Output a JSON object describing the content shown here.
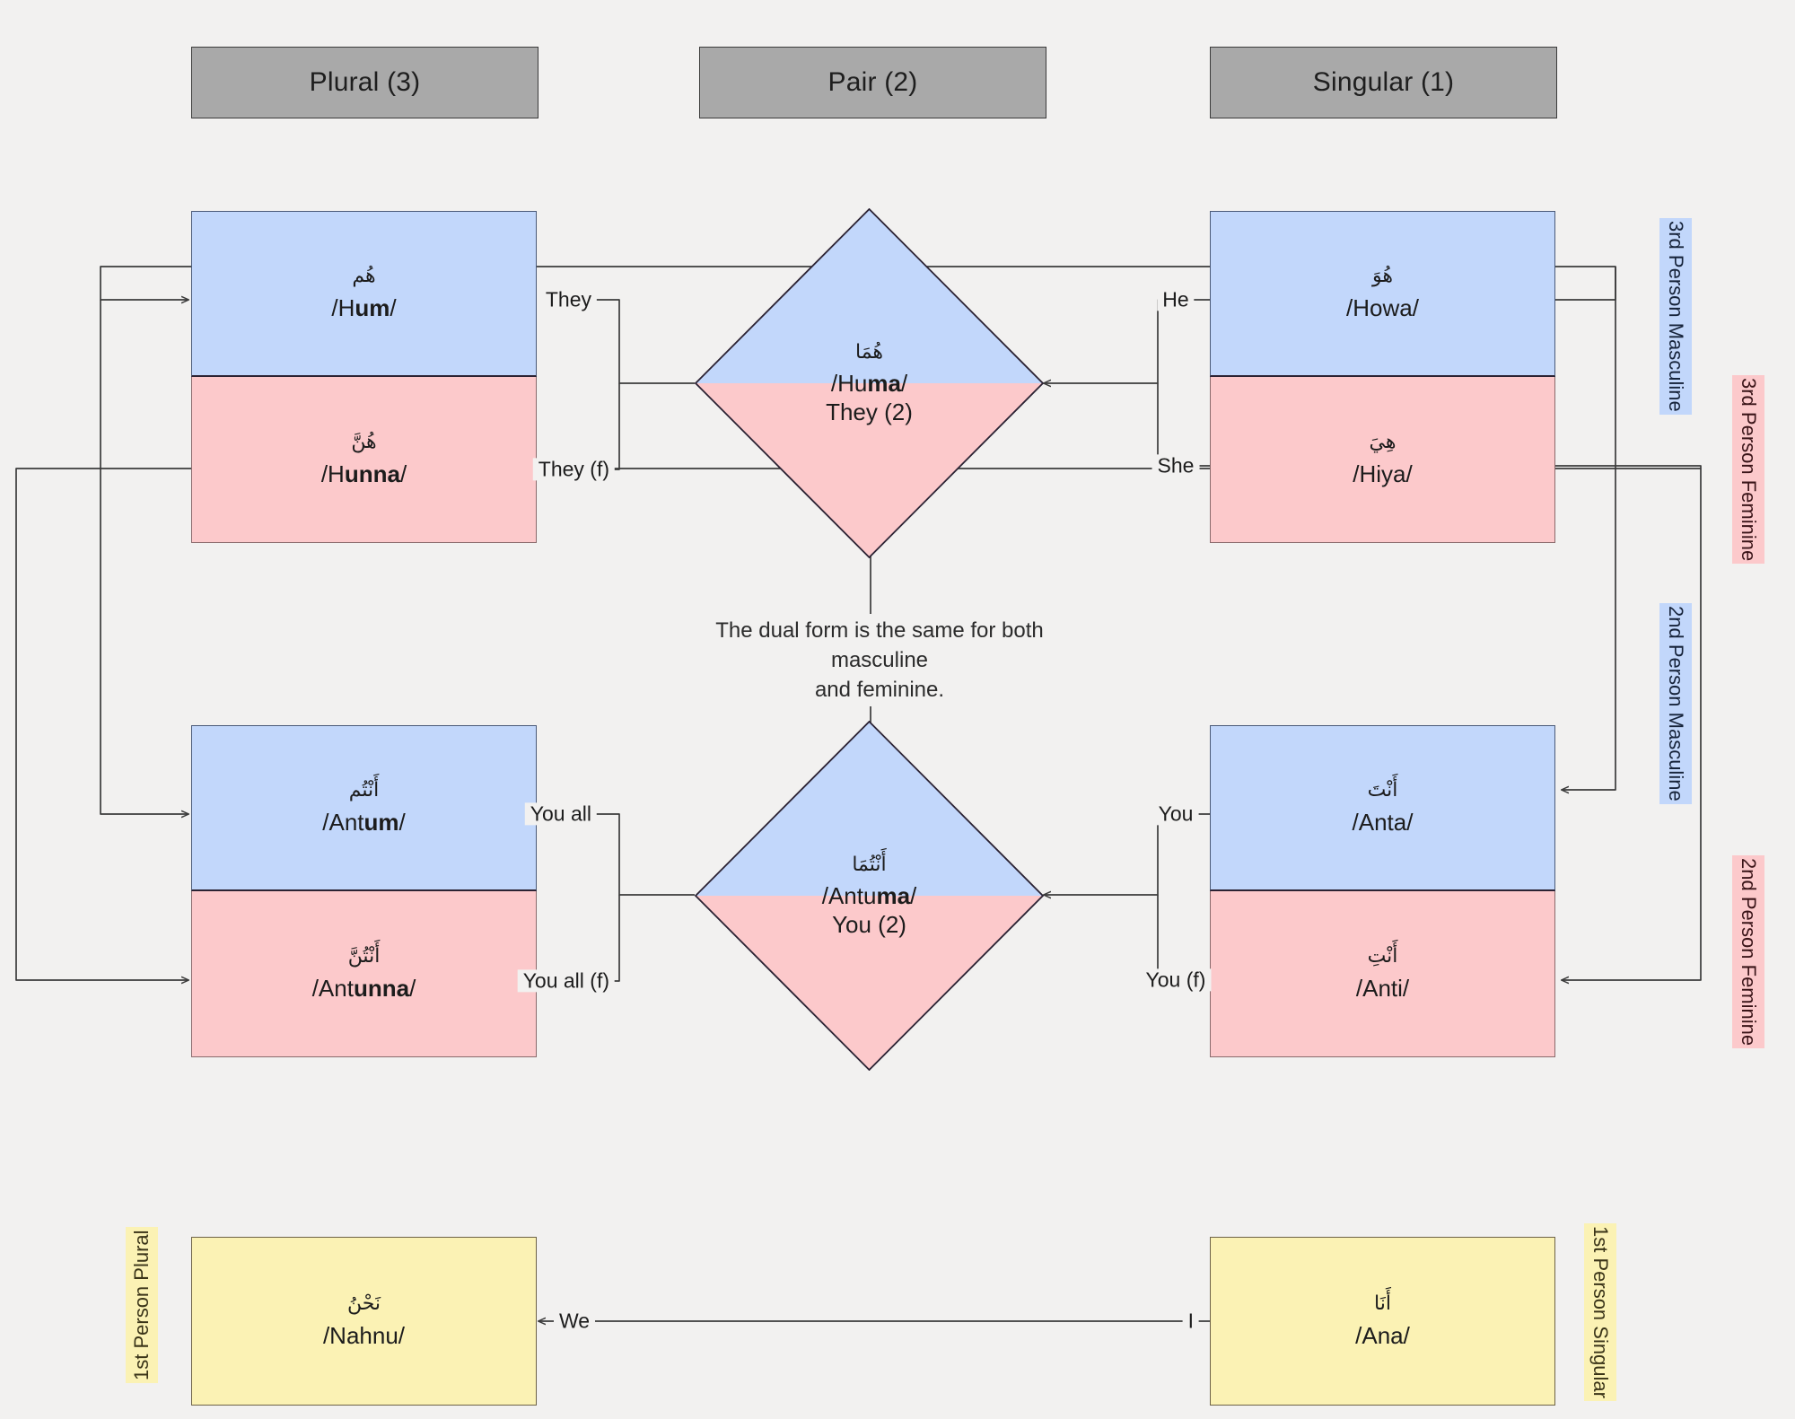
{
  "diagram": {
    "title_note": "The dual form is the same for both masculine\nand feminine.",
    "colors": {
      "background": "#f2f1f0",
      "header_fill": "#a9a9a9",
      "masculine_fill": "#c2d7fb",
      "feminine_fill": "#fcc9cb",
      "first_person_fill": "#fbf2b4",
      "stroke": "#3b3b3b"
    }
  },
  "headers": [
    {
      "label": "Plural (3)"
    },
    {
      "label": "Pair (2)"
    },
    {
      "label": "Singular (1)"
    }
  ],
  "cells": {
    "hum": {
      "arabic": "هُم",
      "translit_pre": "/H",
      "translit_bold": "um",
      "translit_post": "/"
    },
    "hunna": {
      "arabic": "هُنَّ",
      "translit_pre": "/H",
      "translit_bold": "unna",
      "translit_post": "/"
    },
    "howa": {
      "arabic": "هُوَ",
      "translit_pre": "/Howa/",
      "translit_bold": "",
      "translit_post": ""
    },
    "hiya": {
      "arabic": "هِيَ",
      "translit_pre": "/Hiya/",
      "translit_bold": "",
      "translit_post": ""
    },
    "antum": {
      "arabic": "أَنْتُم",
      "translit_pre": "/Ant",
      "translit_bold": "um",
      "translit_post": "/"
    },
    "antunna": {
      "arabic": "أَنْتُنَّ",
      "translit_pre": "/Ant",
      "translit_bold": "unna",
      "translit_post": "/"
    },
    "anta": {
      "arabic": "أَنْتَ",
      "translit_pre": "/Anta/",
      "translit_bold": "",
      "translit_post": ""
    },
    "anti": {
      "arabic": "أَنْتِ",
      "translit_pre": "/Anti/",
      "translit_bold": "",
      "translit_post": ""
    },
    "nahnu": {
      "arabic": "نَحْنُ",
      "translit_pre": "/Nahnu/",
      "translit_bold": "",
      "translit_post": ""
    },
    "ana": {
      "arabic": "أَنَا",
      "translit_pre": "/Ana/",
      "translit_bold": "",
      "translit_post": ""
    }
  },
  "diamonds": {
    "huma": {
      "arabic": "هُمَا",
      "translit_pre": "/Hu",
      "translit_bold": "ma",
      "translit_post": "/",
      "gloss": "They (2)"
    },
    "antuma": {
      "arabic": "أَنْتُمَا",
      "translit_pre": "/Antu",
      "translit_bold": "ma",
      "translit_post": "/",
      "gloss": "You (2)"
    }
  },
  "edge_labels": {
    "they": "They",
    "they_f": "They (f)",
    "he": "He",
    "she": "She",
    "you_all": "You all",
    "you_all_f": "You all (f)",
    "you": "You",
    "you_f": "You (f)",
    "we": "We",
    "i": "I"
  },
  "side_labels": {
    "third_masc": "3rd Person Masculine",
    "third_fem": "3rd Person Feminine",
    "second_masc": "2nd Person Masculine",
    "second_fem": "2nd Person Feminine",
    "first_plural": "1st Person Plural",
    "first_sing": "1st Person Singular"
  }
}
